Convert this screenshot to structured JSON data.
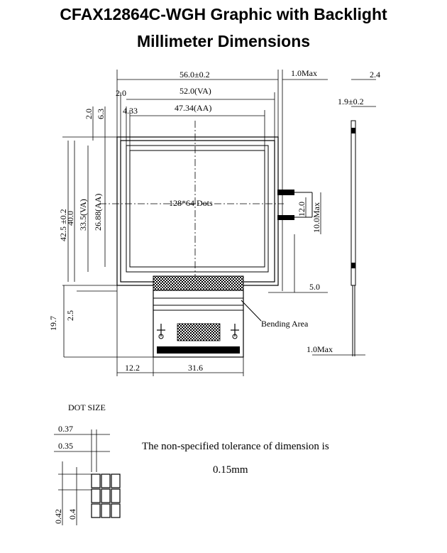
{
  "title": {
    "line1": "CFAX12864C-WGH Graphic with Backlight",
    "line2": "Millimeter Dimensions"
  },
  "dims": {
    "overall_width": "56.0±0.2",
    "max_top": "1.0Max",
    "side_thickness": "2.4",
    "side_pcb": "1.9±0.2",
    "va_offset": "2.0",
    "va_width": "52.0(VA)",
    "aa_offset": "4.33",
    "aa_width": "47.34(AA)",
    "left_2_0": "2.0",
    "left_6_3": "6.3",
    "height_425": "42.5 ±0.2",
    "height_400": "40.0",
    "height_va": "33.5(VA)",
    "height_aa": "26.88(AA)",
    "center_label": "128*64 Dots",
    "conn_12": "12.0",
    "conn_max": "10.0Max",
    "right_5_0": "5.0",
    "bending": "Bending Area",
    "bottom_max": "1.0Max",
    "left_19_7": "19.7",
    "left_2_5": "2.5",
    "bottom_12_2": "12.2",
    "bottom_31_6": "31.6"
  },
  "dot": {
    "header": "DOT SIZE",
    "w1": "0.37",
    "w2": "0.35",
    "h1": "0.42",
    "h2": "0.4"
  },
  "note": {
    "line1": "The non-specified tolerance of dimension is",
    "line2": "0.15mm"
  }
}
